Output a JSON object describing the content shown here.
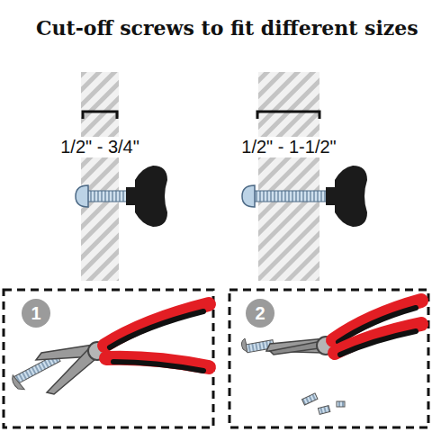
{
  "diagram": {
    "title": "Cut-off screws to fit different sizes",
    "nodes": [
      {
        "text": [
          "1"
        ]
      },
      {
        "text": [
          "2"
        ]
      }
    ],
    "labels": [
      "1/2\" - 3/4\"",
      "1/2\" - 1-1/2\""
    ]
  }
}
